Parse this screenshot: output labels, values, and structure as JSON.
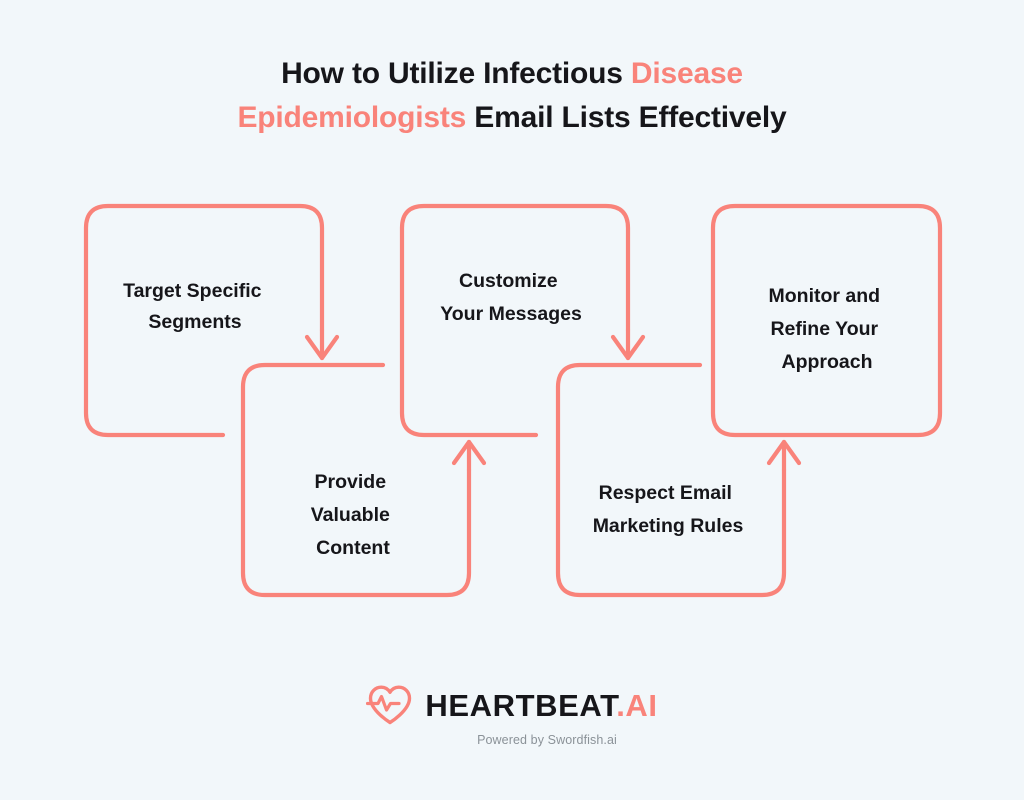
{
  "page": {
    "background_color": "#f2f7fa",
    "accent_color": "#f9837a",
    "text_color": "#16161a"
  },
  "title": {
    "line1_part1": "How to Utilize Infectious ",
    "line1_accent": "Disease",
    "line2_accent": "Epidemiologists",
    "line2_part2": " Email Lists Effectively",
    "full_text": "How to Utilize Infectious Disease Epidemiologists Email Lists Effectively"
  },
  "flow": {
    "steps": [
      {
        "index": 1,
        "lines": [
          "Target Specific",
          "Segments"
        ],
        "row": "top"
      },
      {
        "index": 2,
        "lines": [
          "Provide",
          "Valuable",
          "Content"
        ],
        "row": "bottom"
      },
      {
        "index": 3,
        "lines": [
          "Customize",
          "Your Messages"
        ],
        "row": "top"
      },
      {
        "index": 4,
        "lines": [
          "Respect Email",
          "Marketing Rules"
        ],
        "row": "bottom"
      },
      {
        "index": 5,
        "lines": [
          "Monitor and",
          "Refine Your",
          "Approach"
        ],
        "row": "top"
      }
    ],
    "arrows": [
      {
        "from": 1,
        "to": 2,
        "direction": "down"
      },
      {
        "from": 2,
        "to": 3,
        "direction": "up"
      },
      {
        "from": 3,
        "to": 4,
        "direction": "down"
      },
      {
        "from": 4,
        "to": 5,
        "direction": "up"
      }
    ]
  },
  "logo": {
    "icon": "heartbeat-pulse-icon",
    "name_main": "HEARTBEAT",
    "name_suffix": ".AI",
    "tagline": "Powered by Swordfish.ai"
  }
}
